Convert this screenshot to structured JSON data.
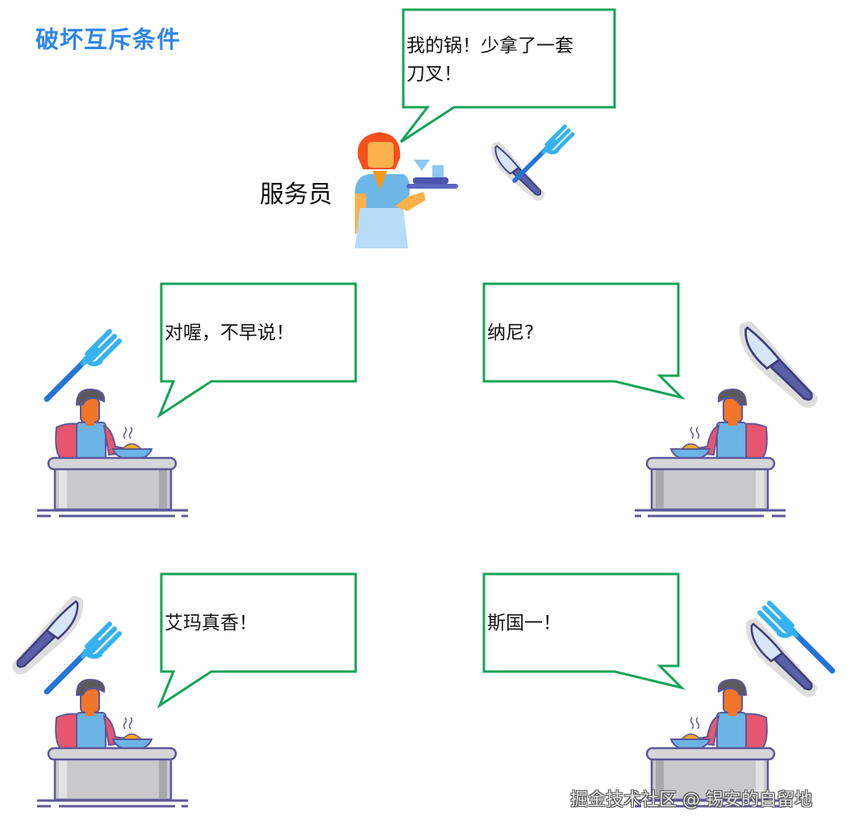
{
  "title": "破坏互斥条件",
  "waiter": {
    "label": "服务员",
    "speech": [
      "我的锅！少拿了一套",
      "刀叉！"
    ]
  },
  "diners": [
    {
      "speech": "对喔，不早说！",
      "utensils": [
        "fork"
      ]
    },
    {
      "speech": "纳尼?",
      "utensils": [
        "knife"
      ]
    },
    {
      "speech": "艾玛真香！",
      "utensils": [
        "knife",
        "fork"
      ]
    },
    {
      "speech": "斯国一！",
      "utensils": [
        "knife",
        "fork"
      ]
    }
  ],
  "watermark": "掘金技术社区 @ 锡安的自留地",
  "colors": {
    "title": "#2f86e8",
    "bubble_border": "#13a456",
    "fork": "#2a8ee0",
    "knife": "#5a5fa8"
  }
}
